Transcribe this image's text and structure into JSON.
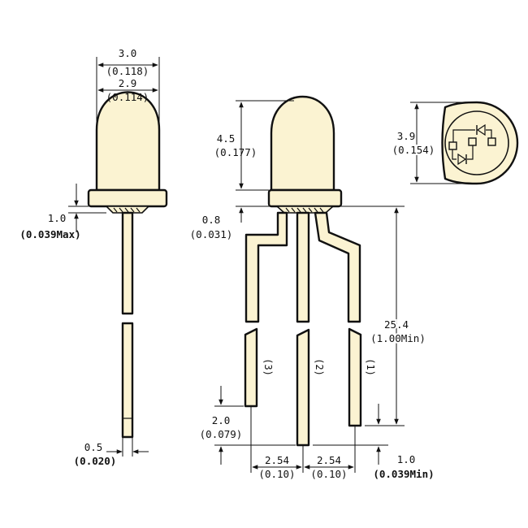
{
  "dimensions": {
    "body_diameter": {
      "mm": "3.0",
      "in": "(0.118)"
    },
    "dome_diameter": {
      "mm": "2.9",
      "in": "(0.114)"
    },
    "flange_height": {
      "mm": "1.0",
      "in": "(0.039Max)"
    },
    "lead_width": {
      "mm": "0.5",
      "in": "(0.020)"
    },
    "dome_height": {
      "mm": "4.5",
      "in": "(0.177)"
    },
    "standoff": {
      "mm": "0.8",
      "in": "(0.031)"
    },
    "lead_length": {
      "mm": "25.4",
      "in": "(1.00Min)"
    },
    "lead_step": {
      "mm": "2.0",
      "in": "(0.079)"
    },
    "pitch_left": {
      "mm": "2.54",
      "in": "(0.10)"
    },
    "pitch_right": {
      "mm": "2.54",
      "in": "(0.10)"
    },
    "lead_offset": {
      "mm": "1.0",
      "in": "(0.039Min)"
    },
    "top_diameter": {
      "mm": "3.9",
      "in": "(0.154)"
    }
  },
  "pins": {
    "left": "(3)",
    "center": "(2)",
    "right": "(1)"
  },
  "colors": {
    "body": "#fbf3d2",
    "line": "#111111"
  }
}
